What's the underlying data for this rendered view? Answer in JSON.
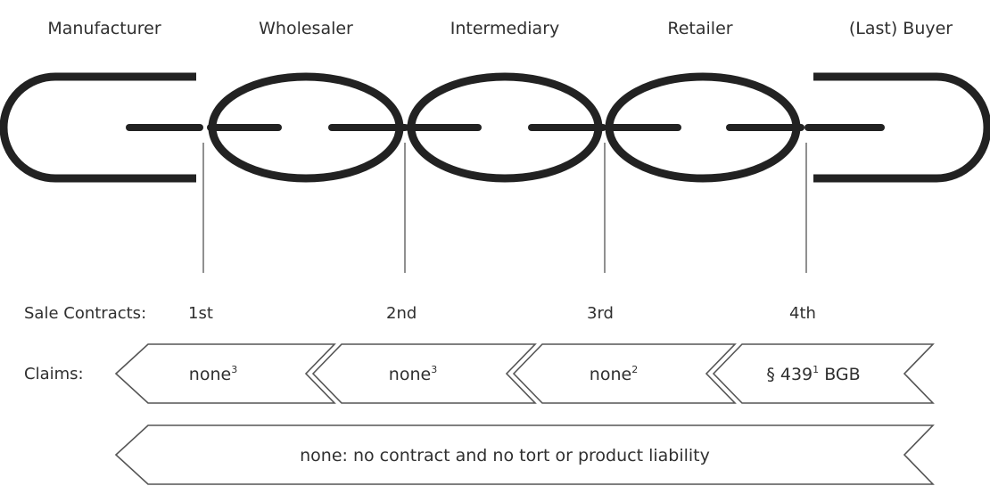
{
  "parties": [
    "Manufacturer",
    "Wholesaler",
    "Intermediary",
    "Retailer",
    "(Last) Buyer"
  ],
  "contracts_label": "Sale Contracts:",
  "contracts": [
    "1st",
    "2nd",
    "3rd",
    "4th"
  ],
  "claims_label": "Claims:",
  "claims": [
    {
      "text": "none",
      "sup": "3"
    },
    {
      "text": "none",
      "sup": "3"
    },
    {
      "text": "none",
      "sup": "2"
    },
    {
      "text": "§ 439",
      "sup": "1",
      "suffix": " BGB"
    }
  ],
  "bottom_claim": "none: no contract and no tort or product liability"
}
